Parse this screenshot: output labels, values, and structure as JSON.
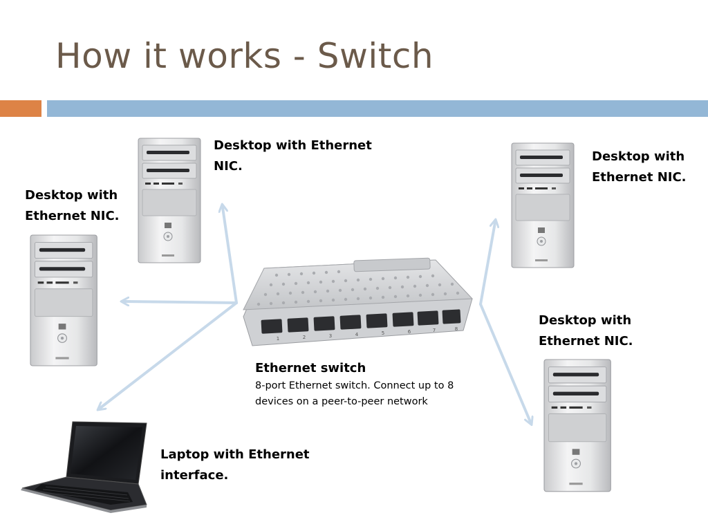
{
  "slide": {
    "title": "How it works - Switch",
    "accent_color": "#dd8346",
    "band_color": "#93b7d6"
  },
  "nodes": {
    "desktop_top": {
      "label_1": "Desktop with Ethernet",
      "label_2": "NIC."
    },
    "desktop_left": {
      "label_1": "Desktop with",
      "label_2": "Ethernet NIC."
    },
    "desktop_right_top": {
      "label_1": "Desktop with",
      "label_2": "Ethernet NIC."
    },
    "desktop_right_bottom": {
      "label_1": "Desktop with",
      "label_2": "Ethernet NIC."
    },
    "laptop": {
      "label_1": "Laptop with Ethernet",
      "label_2": "interface."
    },
    "switch": {
      "title": "Ethernet switch",
      "desc_1": "8-port Ethernet switch. Connect up to 8",
      "desc_2": "devices on a peer-to-peer network",
      "port_numbers": [
        "1",
        "2",
        "3",
        "4",
        "5",
        "6",
        "7",
        "8"
      ]
    }
  },
  "icons": {
    "tower": "desktop-tower-icon",
    "laptop": "laptop-icon",
    "switch": "ethernet-switch-icon"
  },
  "arrow_color": "#c7d9ea"
}
